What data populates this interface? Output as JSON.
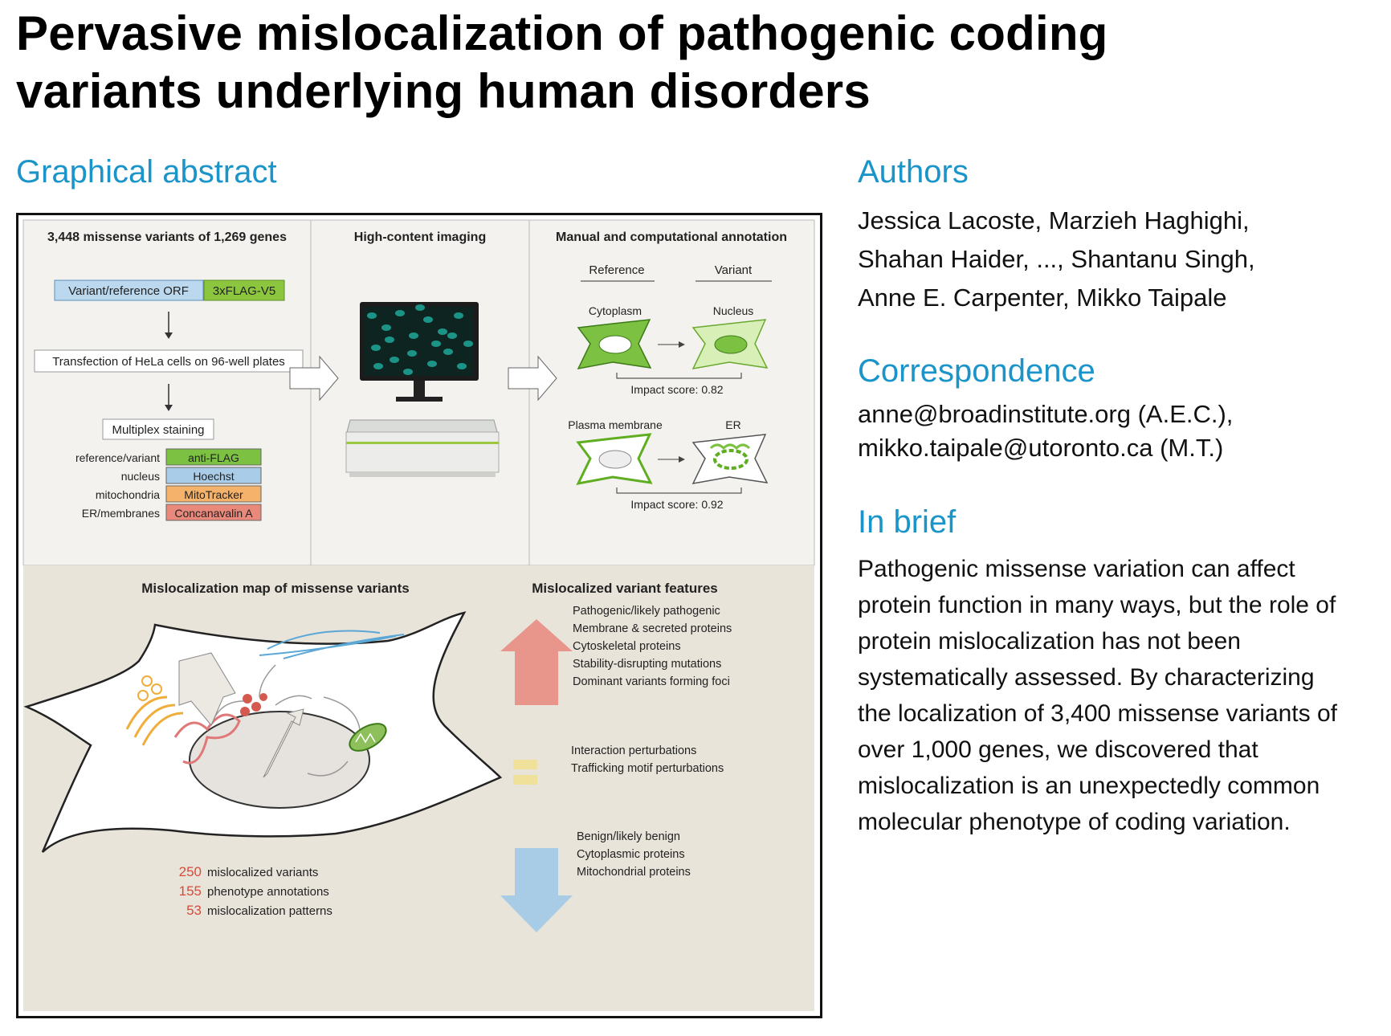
{
  "title": "Pervasive mislocalization of pathogenic coding variants underlying human disorders",
  "graphical_abstract_heading": "Graphical abstract",
  "authors": {
    "heading": "Authors",
    "lines": [
      "Jessica Lacoste, Marzieh Haghighi,",
      "Shahan Haider, ..., Shantanu Singh,",
      "Anne E. Carpenter, Mikko Taipale"
    ]
  },
  "correspondence": {
    "heading": "Correspondence",
    "lines": [
      "anne@broadinstitute.org (A.E.C.),",
      "mikko.taipale@utoronto.ca (M.T.)"
    ]
  },
  "in_brief": {
    "heading": "In brief",
    "lines": [
      "Pathogenic missense variation can affect",
      "protein function in many ways, but the role of",
      "protein mislocalization has not been",
      "systematically assessed. By characterizing",
      "the localization of 3,400 missense variants of",
      "over 1,000 genes, we discovered that",
      "mislocalization is an unexpectedly common",
      "molecular phenotype of coding variation."
    ]
  },
  "abstract_figure": {
    "panel1": {
      "title": "3,448 missense variants of 1,269 genes",
      "orf_label": "Variant/reference ORF",
      "tag_label": "3xFLAG-V5",
      "step2": "Transfection of HeLa cells on 96-well plates",
      "step3": "Multiplex staining",
      "stains": [
        {
          "target": "reference/variant",
          "stain": "anti-FLAG",
          "color": "#7cc142"
        },
        {
          "target": "nucleus",
          "stain": "Hoechst",
          "color": "#a9cde9"
        },
        {
          "target": "mitochondria",
          "stain": "MitoTracker",
          "color": "#f5b26b"
        },
        {
          "target": "ER/membranes",
          "stain": "Concanavalin A",
          "color": "#e9897c"
        }
      ]
    },
    "panel2": {
      "title": "High-content imaging"
    },
    "panel3": {
      "title": "Manual and computational annotation",
      "col_reference": "Reference",
      "col_variant": "Variant",
      "example1": {
        "from": "Cytoplasm",
        "to": "Nucleus",
        "score": "Impact score: 0.82"
      },
      "example2": {
        "from": "Plasma membrane",
        "to": "ER",
        "score": "Impact score: 0.92"
      }
    },
    "map": {
      "title": "Mislocalization map of missense variants",
      "stats": [
        {
          "number": "250",
          "label": "mislocalized variants"
        },
        {
          "number": "155",
          "label": "phenotype annotations"
        },
        {
          "number": "53",
          "label": "mislocalization patterns"
        }
      ]
    },
    "features": {
      "title": "Mislocalized variant features",
      "up": [
        "Pathogenic/likely pathogenic",
        "Membrane & secreted proteins",
        "Cytoskeletal proteins",
        "Stability-disrupting mutations",
        "Dominant variants forming foci"
      ],
      "neutral": [
        "Interaction perturbations",
        "Trafficking motif perturbations"
      ],
      "down": [
        "Benign/likely benign",
        "Cytoplasmic proteins",
        "Mitochondrial proteins"
      ]
    }
  },
  "colors": {
    "heading_blue": "#1a94c9",
    "panel_beige": "#e9e4da",
    "top_panel_bg": "#f2f0ec",
    "up_arrow": "#e8968b",
    "neutral_bar": "#efe09a",
    "down_arrow": "#a8cbe6",
    "stat_red": "#d94a3a"
  }
}
